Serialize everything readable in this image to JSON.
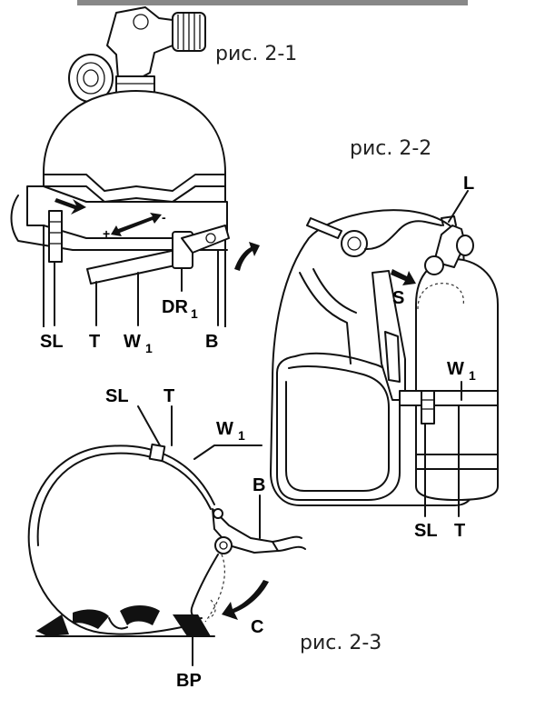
{
  "figures": {
    "fig1": {
      "caption": "рис. 2-1"
    },
    "fig2": {
      "caption": "рис. 2-2"
    },
    "fig3": {
      "caption": "рис. 2-3"
    }
  },
  "labels": {
    "fig1": {
      "sl": "SL",
      "t": "T",
      "w": "W",
      "w_sub": "1",
      "dr": "DR",
      "dr_sub": "1",
      "b": "B",
      "plus": "+",
      "minus": "-"
    },
    "fig2": {
      "l": "L",
      "s": "S",
      "w": "W",
      "w_sub": "1",
      "sl": "SL",
      "t": "T"
    },
    "fig3": {
      "sl": "SL",
      "t": "T",
      "w": "W",
      "w_sub": "1",
      "b": "B",
      "c": "C",
      "bp": "BP"
    }
  }
}
